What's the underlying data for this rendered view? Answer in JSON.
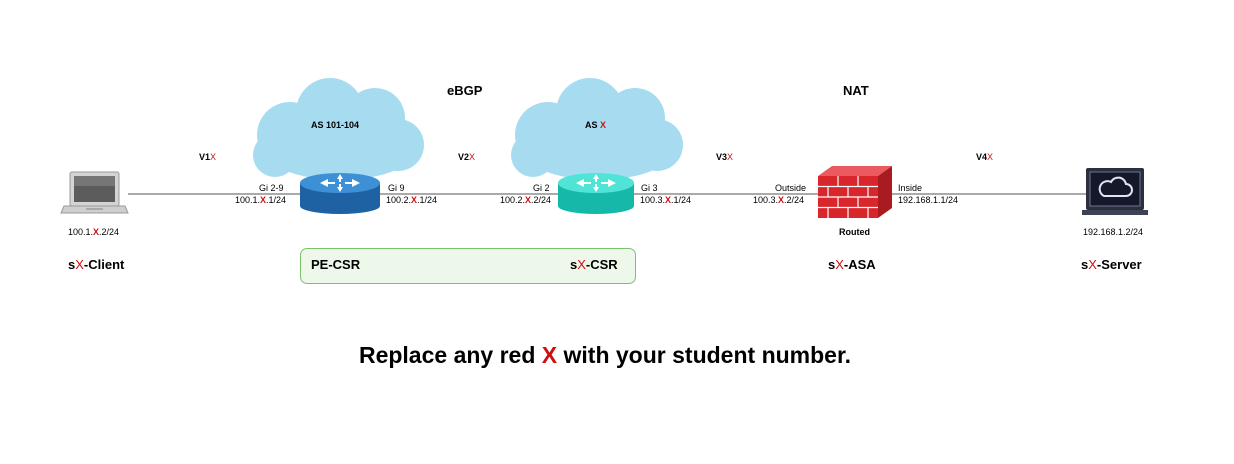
{
  "labels": {
    "ebgp": "eBGP",
    "nat": "NAT",
    "cloud_left": "AS 101-104",
    "cloud_right_prefix": "AS ",
    "cloud_right_x": "X"
  },
  "vlans": [
    {
      "prefix": "V1",
      "x": "X"
    },
    {
      "prefix": "V2",
      "x": "X"
    },
    {
      "prefix": "V3",
      "x": "X"
    },
    {
      "prefix": "V4",
      "x": "X"
    }
  ],
  "interfaces": {
    "pe_left_name": "Gi 2-9",
    "pe_left_ip": [
      "100.1.",
      "X",
      ".1/24"
    ],
    "pe_right_name": "Gi 9",
    "pe_right_ip": [
      "100.2.",
      "X",
      ".1/24"
    ],
    "sx_left_name": "Gi 2",
    "sx_left_ip": [
      "100.2.",
      "X",
      ".2/24"
    ],
    "sx_right_name": "Gi 3",
    "sx_right_ip": [
      "100.3.",
      "X",
      ".1/24"
    ],
    "asa_outside_name": "Outside",
    "asa_outside_ip": [
      "100.3.",
      "X",
      ".2/24"
    ],
    "asa_inside_name": "Inside",
    "asa_inside_ip": "192.168.1.1/24"
  },
  "hosts": {
    "client_ip": [
      "100.1.",
      "X",
      ".2/24"
    ],
    "server_ip": "192.168.1.2/24",
    "asa_mode": "Routed"
  },
  "nodes": {
    "client": [
      "s",
      "X",
      "-Client"
    ],
    "pe_csr": "PE-CSR",
    "sx_csr": [
      "s",
      "X",
      "-CSR"
    ],
    "asa": [
      "s",
      "X",
      "-ASA"
    ],
    "server": [
      "s",
      "X",
      "-Server"
    ]
  },
  "caption": {
    "before": "Replace any red ",
    "x": "X",
    "after": " with your student number."
  },
  "colors": {
    "red_x": "#cc1111",
    "router_pe": "#2f7fc1",
    "router_sx": "#2fd6c6",
    "cloud": "#a7dcf0",
    "firewall": "#d8262c",
    "group_border": "#7bc36a"
  }
}
